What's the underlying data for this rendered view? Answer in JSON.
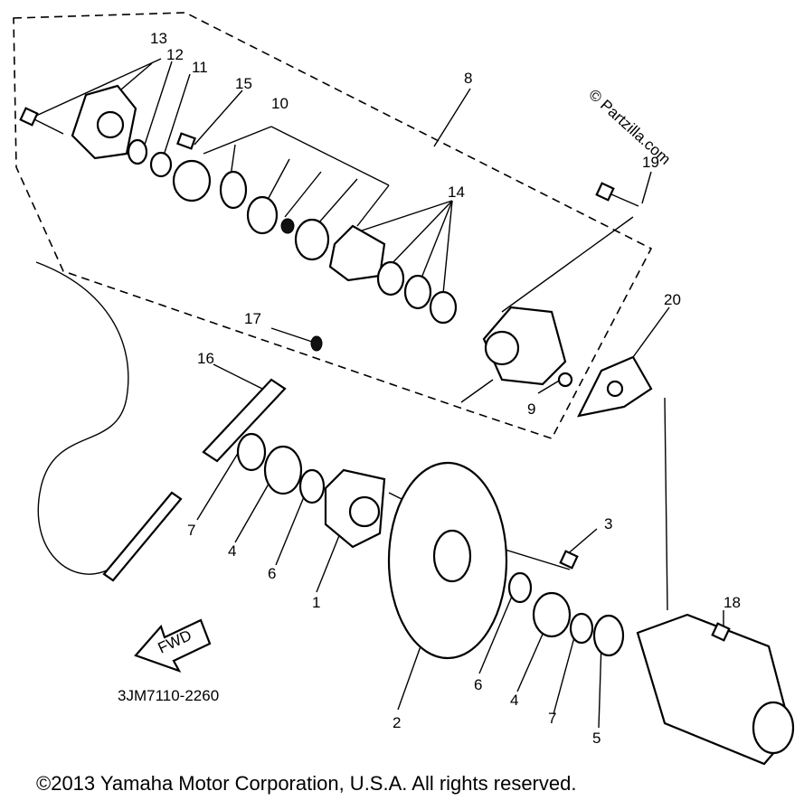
{
  "diagram": {
    "code": "3JM7110-2260",
    "fwd_label": "FWD",
    "watermark": "© Partzilla.com",
    "copyright": "©2013 Yamaha Motor Corporation, U.S.A. All rights reserved.",
    "callouts": [
      "13",
      "12",
      "11",
      "15",
      "10",
      "8",
      "19",
      "14",
      "20",
      "17",
      "16",
      "9",
      "3",
      "7",
      "4",
      "6",
      "1",
      "18",
      "2",
      "6",
      "4",
      "7",
      "5"
    ]
  }
}
